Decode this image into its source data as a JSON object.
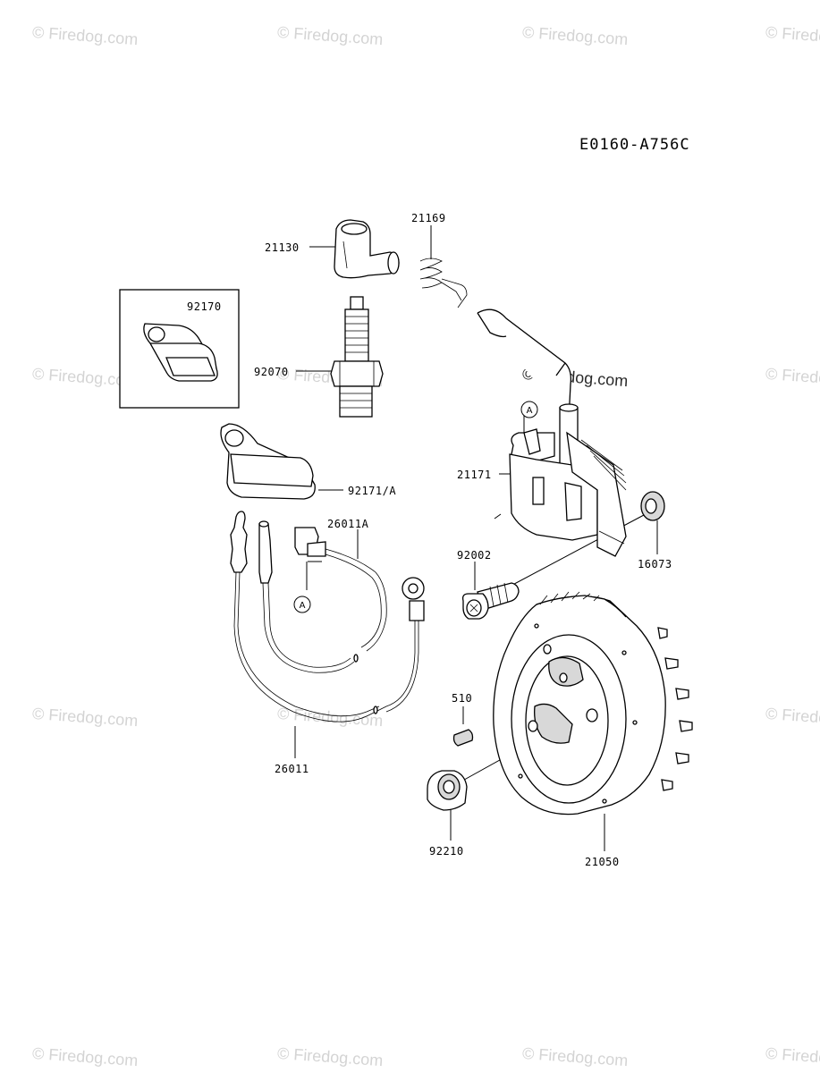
{
  "diagram": {
    "code": "E0160-A756C",
    "watermark": "© Firedog.com",
    "callout_reference": "A",
    "parts": [
      {
        "id": "p21130",
        "number": "21130",
        "name": "spark-plug-cap"
      },
      {
        "id": "p21169",
        "number": "21169",
        "name": "spring"
      },
      {
        "id": "p92170",
        "number": "92170",
        "name": "clamp"
      },
      {
        "id": "p92070",
        "number": "92070",
        "name": "spark-plug"
      },
      {
        "id": "p21171",
        "number": "21171",
        "name": "ignition-coil"
      },
      {
        "id": "p92171A",
        "number": "92171/A",
        "name": "clamp-band"
      },
      {
        "id": "p26011A",
        "number": "26011A",
        "name": "lead-wire"
      },
      {
        "id": "p92002",
        "number": "92002",
        "name": "bolt"
      },
      {
        "id": "p16073",
        "number": "16073",
        "name": "spacer"
      },
      {
        "id": "p510",
        "number": "510",
        "name": "key"
      },
      {
        "id": "p26011",
        "number": "26011",
        "name": "lead-wire-assembly"
      },
      {
        "id": "p92210",
        "number": "92210",
        "name": "nut"
      },
      {
        "id": "p21050",
        "number": "21050",
        "name": "flywheel"
      }
    ]
  }
}
